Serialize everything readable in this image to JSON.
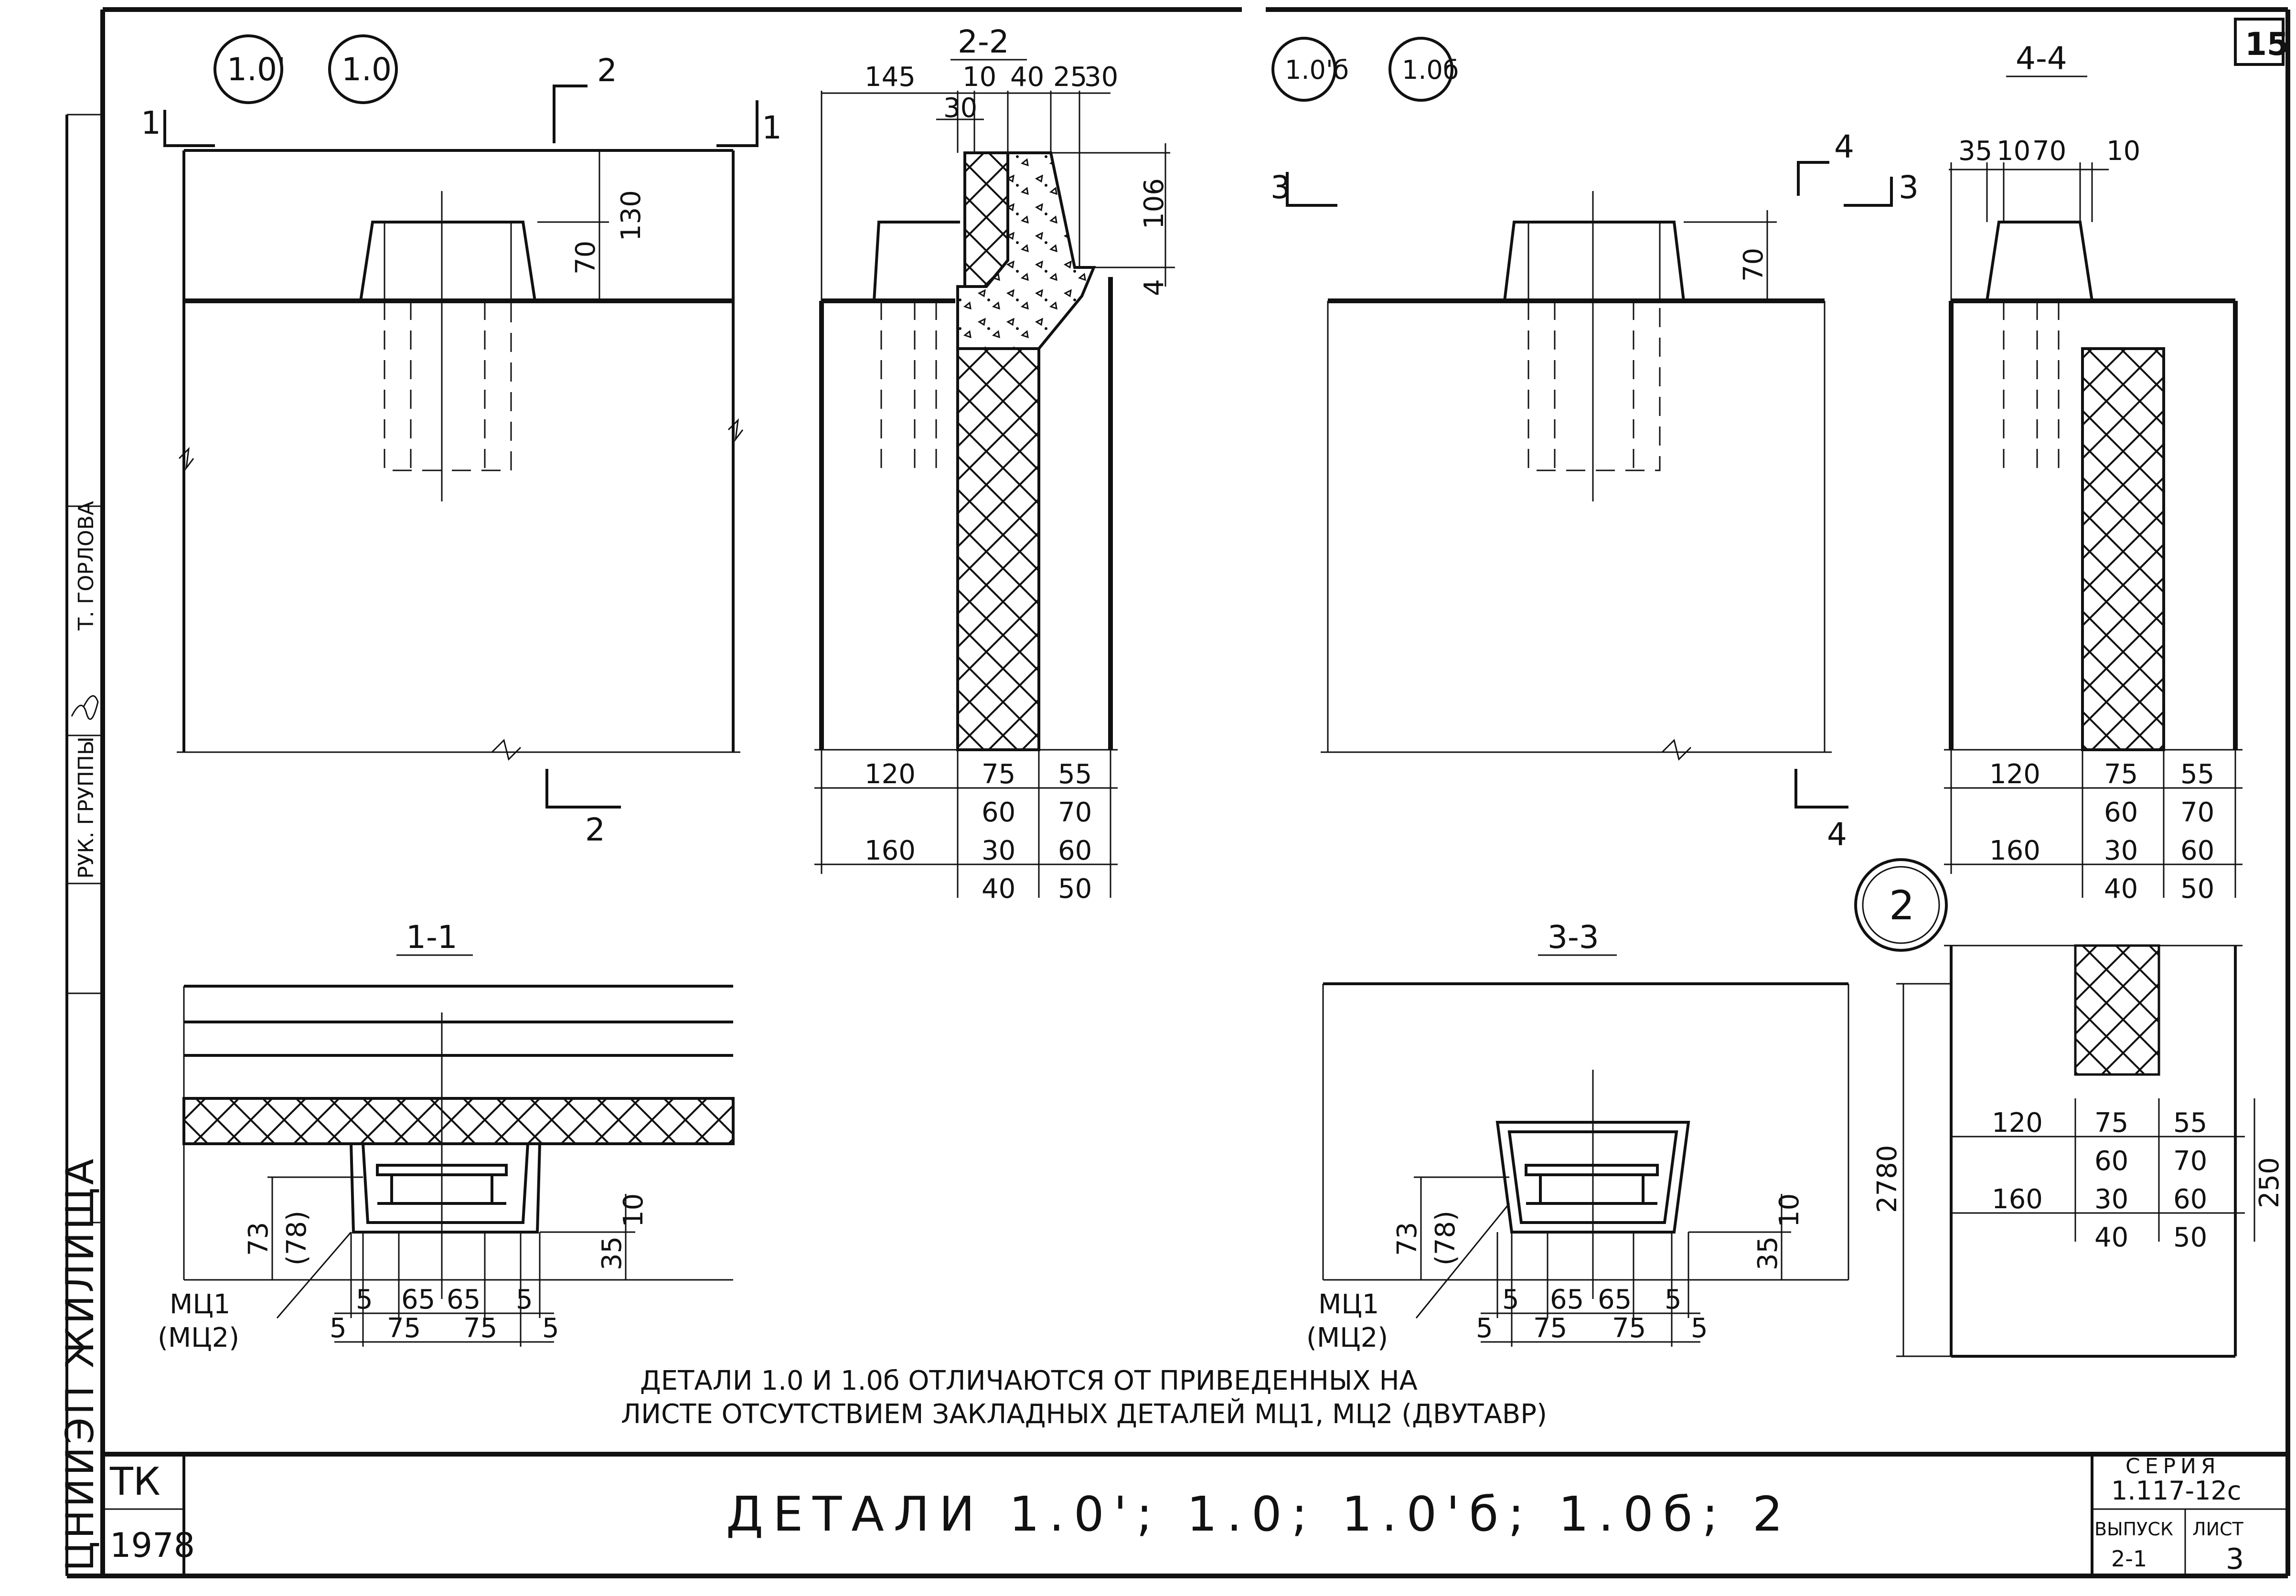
{
  "sheet": {
    "sheet_no": "15",
    "title": "ДЕТАЛИ 1.0'; 1.0; 1.0'б; 1.0б; 2",
    "note_line1": "ДЕТАЛИ 1.0 И 1.0б ОТЛИЧАЮТСЯ ОТ ПРИВЕДЕННЫХ НА",
    "note_line2": "ЛИСТЕ ОТСУТСТВИЕМ ЗАКЛАДНЫХ ДЕТАЛЕЙ МЦ1, МЦ2 (ДВУТАВР)",
    "tk": "ТК",
    "year": "1978",
    "series_label": "СЕРИЯ",
    "series_value": "1.117-12с",
    "issue_label": "ВЫПУСК",
    "issue_value": "2-1",
    "list_label": "ЛИСТ",
    "list_value": "3",
    "org": "ЦНИИЭП ЖИЛИЩА",
    "group_label": "РУК. ГРУППЫ",
    "person": "Т. ГОРЛОВА"
  },
  "markers": {
    "m1": "1.0'",
    "m2": "1.0",
    "m3": "1.0'б",
    "m4": "1.0б",
    "m5": "2"
  },
  "sections": {
    "s22": "2-2",
    "s44": "4-4",
    "s11": "1-1",
    "s33": "3-3",
    "c1": "1",
    "c2": "2",
    "c3": "3",
    "c4": "4"
  },
  "dims": {
    "d70": "70",
    "d130": "130",
    "d70b": "70",
    "d145": "145",
    "d10": "10",
    "d40": "40",
    "d25": "25",
    "d30": "30",
    "d30b": "30",
    "d106": "106",
    "d4": "4",
    "d35": "35",
    "d10c": "10",
    "d70c": "70",
    "d10d": "10",
    "d120": "120",
    "d75": "75",
    "d55": "55",
    "d60": "60",
    "d70e": "70",
    "d160": "160",
    "d30e": "30",
    "d60e": "60",
    "d40e": "40",
    "d50": "50",
    "d2780": "2780",
    "d250": "250",
    "d73": "73",
    "d78": "(78)",
    "d10s": "10",
    "d35s": "35",
    "d5": "5",
    "d65": "65",
    "d75s": "75",
    "mc1": "МЦ1",
    "mc2": "(МЦ2)"
  }
}
